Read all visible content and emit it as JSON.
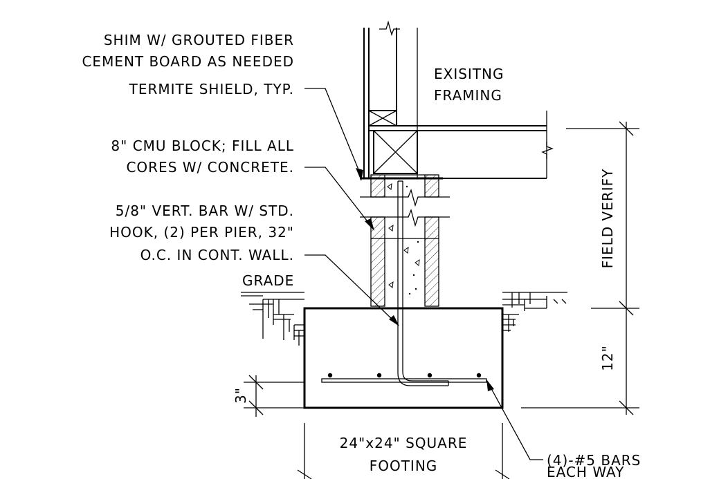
{
  "notes": {
    "shim": [
      "SHIM W/ GROUTED FIBER",
      "CEMENT BOARD AS NEEDED"
    ],
    "termite": "TERMITE SHIELD, TYP.",
    "cmu": [
      "8\" CMU BLOCK; FILL ALL",
      "CORES W/ CONCRETE."
    ],
    "bar": [
      "5/8\" VERT. BAR W/ STD.",
      "HOOK, (2) PER PIER, 32\"",
      "O.C. IN CONT. WALL."
    ],
    "grade": "GRADE",
    "framing": [
      "EXISITNG",
      "FRAMING"
    ],
    "rebar": [
      "(4)-#5 BARS",
      "EACH WAY"
    ],
    "footing": [
      "24\"x24\" SQUARE",
      "FOOTING"
    ]
  },
  "dimensions": {
    "field_verify": "FIELD VERIFY",
    "footing_depth": "12\"",
    "cover": "3\""
  }
}
